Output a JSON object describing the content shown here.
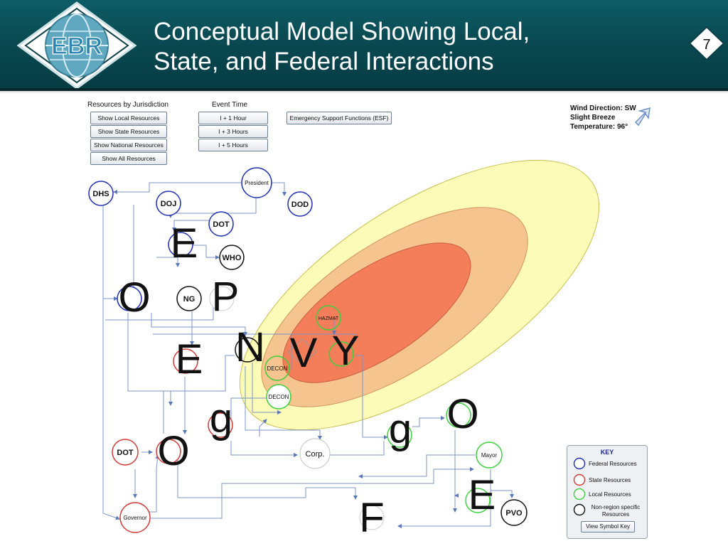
{
  "header": {
    "title": "Conceptual Model Showing Local,\nState, and Federal Interactions",
    "logo_text": "EBR",
    "slide_number": "7"
  },
  "controls": {
    "jurisdiction_label": "Resources by Jurisdiction",
    "jurisdiction_buttons": [
      "Show Local Resources",
      "Show State Resources",
      "Show National Resources",
      "Show All Resources"
    ],
    "event_time_label": "Event Time",
    "time_buttons": [
      "I + 1 Hour",
      "I + 3 Hours",
      "I + 5 Hours"
    ],
    "esf_button": "Emergency Support Functions (ESF)"
  },
  "weather": {
    "text": "Wind Direction: SW\nSlight Breeze\nTemperature: 96°"
  },
  "nodes": {
    "president": "President",
    "dhs": "DHS",
    "doj": "DOJ",
    "dod": "DOD",
    "dot_fed": "DOT",
    "who": "WHO",
    "ng": "NG",
    "hazmat": "HAZMAT",
    "decon1": "DECON",
    "decon2": "DECON",
    "corp": "Corp.",
    "mayor": "Mayor",
    "pvo": "PVO",
    "dot_state": "DOT",
    "governor": "Governor"
  },
  "letters": {
    "e1": "E",
    "o1": "O",
    "p": "P",
    "e2": "E",
    "n": "N",
    "v": "V",
    "y": "Y",
    "g1": "g",
    "o2": "O",
    "g2": "g",
    "o3": "O",
    "e3": "E",
    "f": "F"
  },
  "key": {
    "title": "KEY",
    "federal": "Federal Resources",
    "state": "State Resources",
    "local": "Local Resources",
    "nonregion": "Non-region specific\nResources",
    "view_button": "View Symbol Key"
  },
  "colors": {
    "federal": "#1f2fb0",
    "state": "#d23a3a",
    "local": "#3ecf3e",
    "nonregion": "#111111",
    "zone_outer": "#fdfbb8",
    "zone_middle": "#f6c48e",
    "zone_inner": "#f47d5a",
    "connector": "#7b95c6"
  }
}
